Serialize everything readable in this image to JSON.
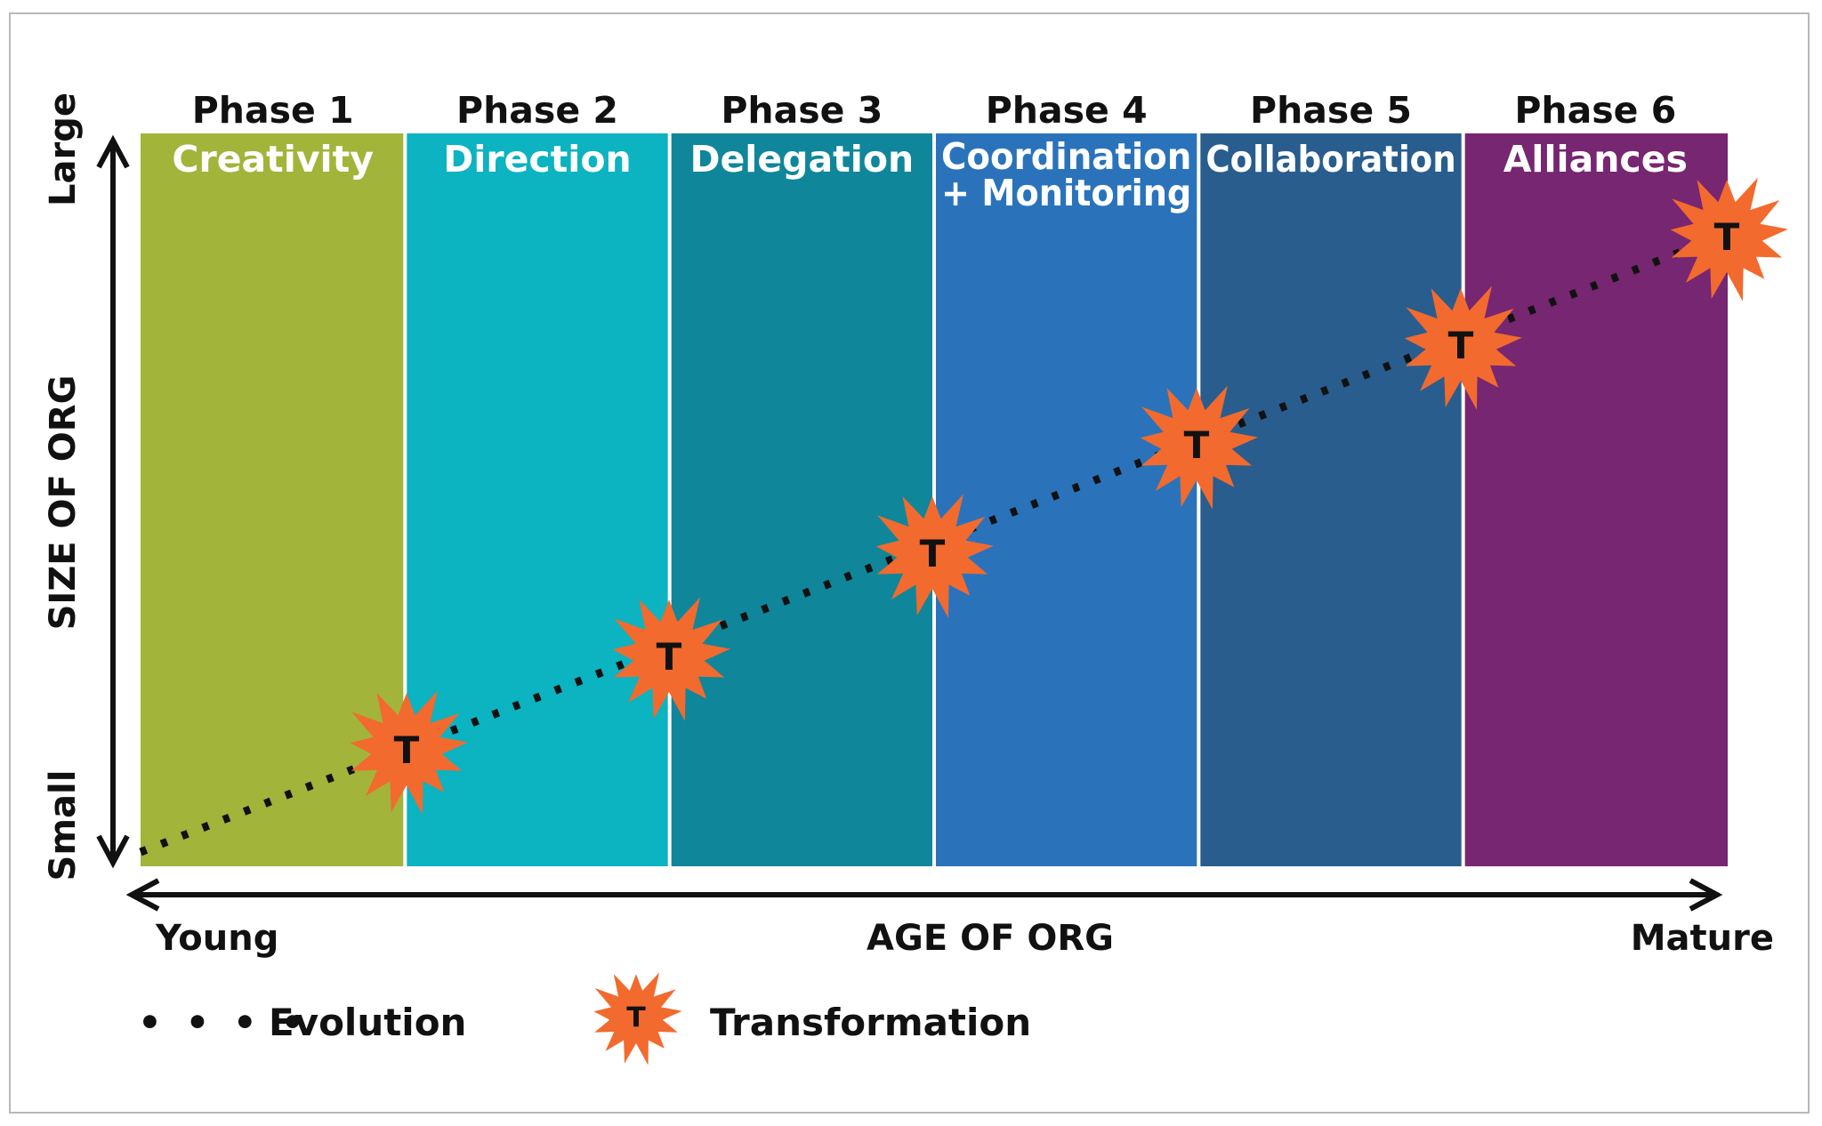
{
  "phases": [
    {
      "number": "Phase 1",
      "name_lines": [
        "Creativity"
      ],
      "color": "#a3b43a"
    },
    {
      "number": "Phase 2",
      "name_lines": [
        "Direction"
      ],
      "color": "#0cb3c1"
    },
    {
      "number": "Phase 3",
      "name_lines": [
        "Delegation"
      ],
      "color": "#10869a"
    },
    {
      "number": "Phase 4",
      "name_lines": [
        "Coordination",
        "+ Monitoring"
      ],
      "color": "#2a73bb"
    },
    {
      "number": "Phase 5",
      "name_lines": [
        "Collaboration"
      ],
      "color": "#285d8e"
    },
    {
      "number": "Phase 6",
      "name_lines": [
        "Alliances"
      ],
      "color": "#772671"
    }
  ],
  "y_axis": {
    "title": "SIZE OF ORG",
    "top_label": "Large",
    "bottom_label": "Small"
  },
  "x_axis": {
    "title": "AGE OF ORG",
    "left_label": "Young",
    "right_label": "Mature"
  },
  "transformation_marker": {
    "letter": "T",
    "color": "#f26a2e"
  },
  "legend": {
    "evolution": {
      "marker": "• • • •",
      "label": "Evolution"
    },
    "transformation": {
      "label": "Transformation"
    }
  }
}
